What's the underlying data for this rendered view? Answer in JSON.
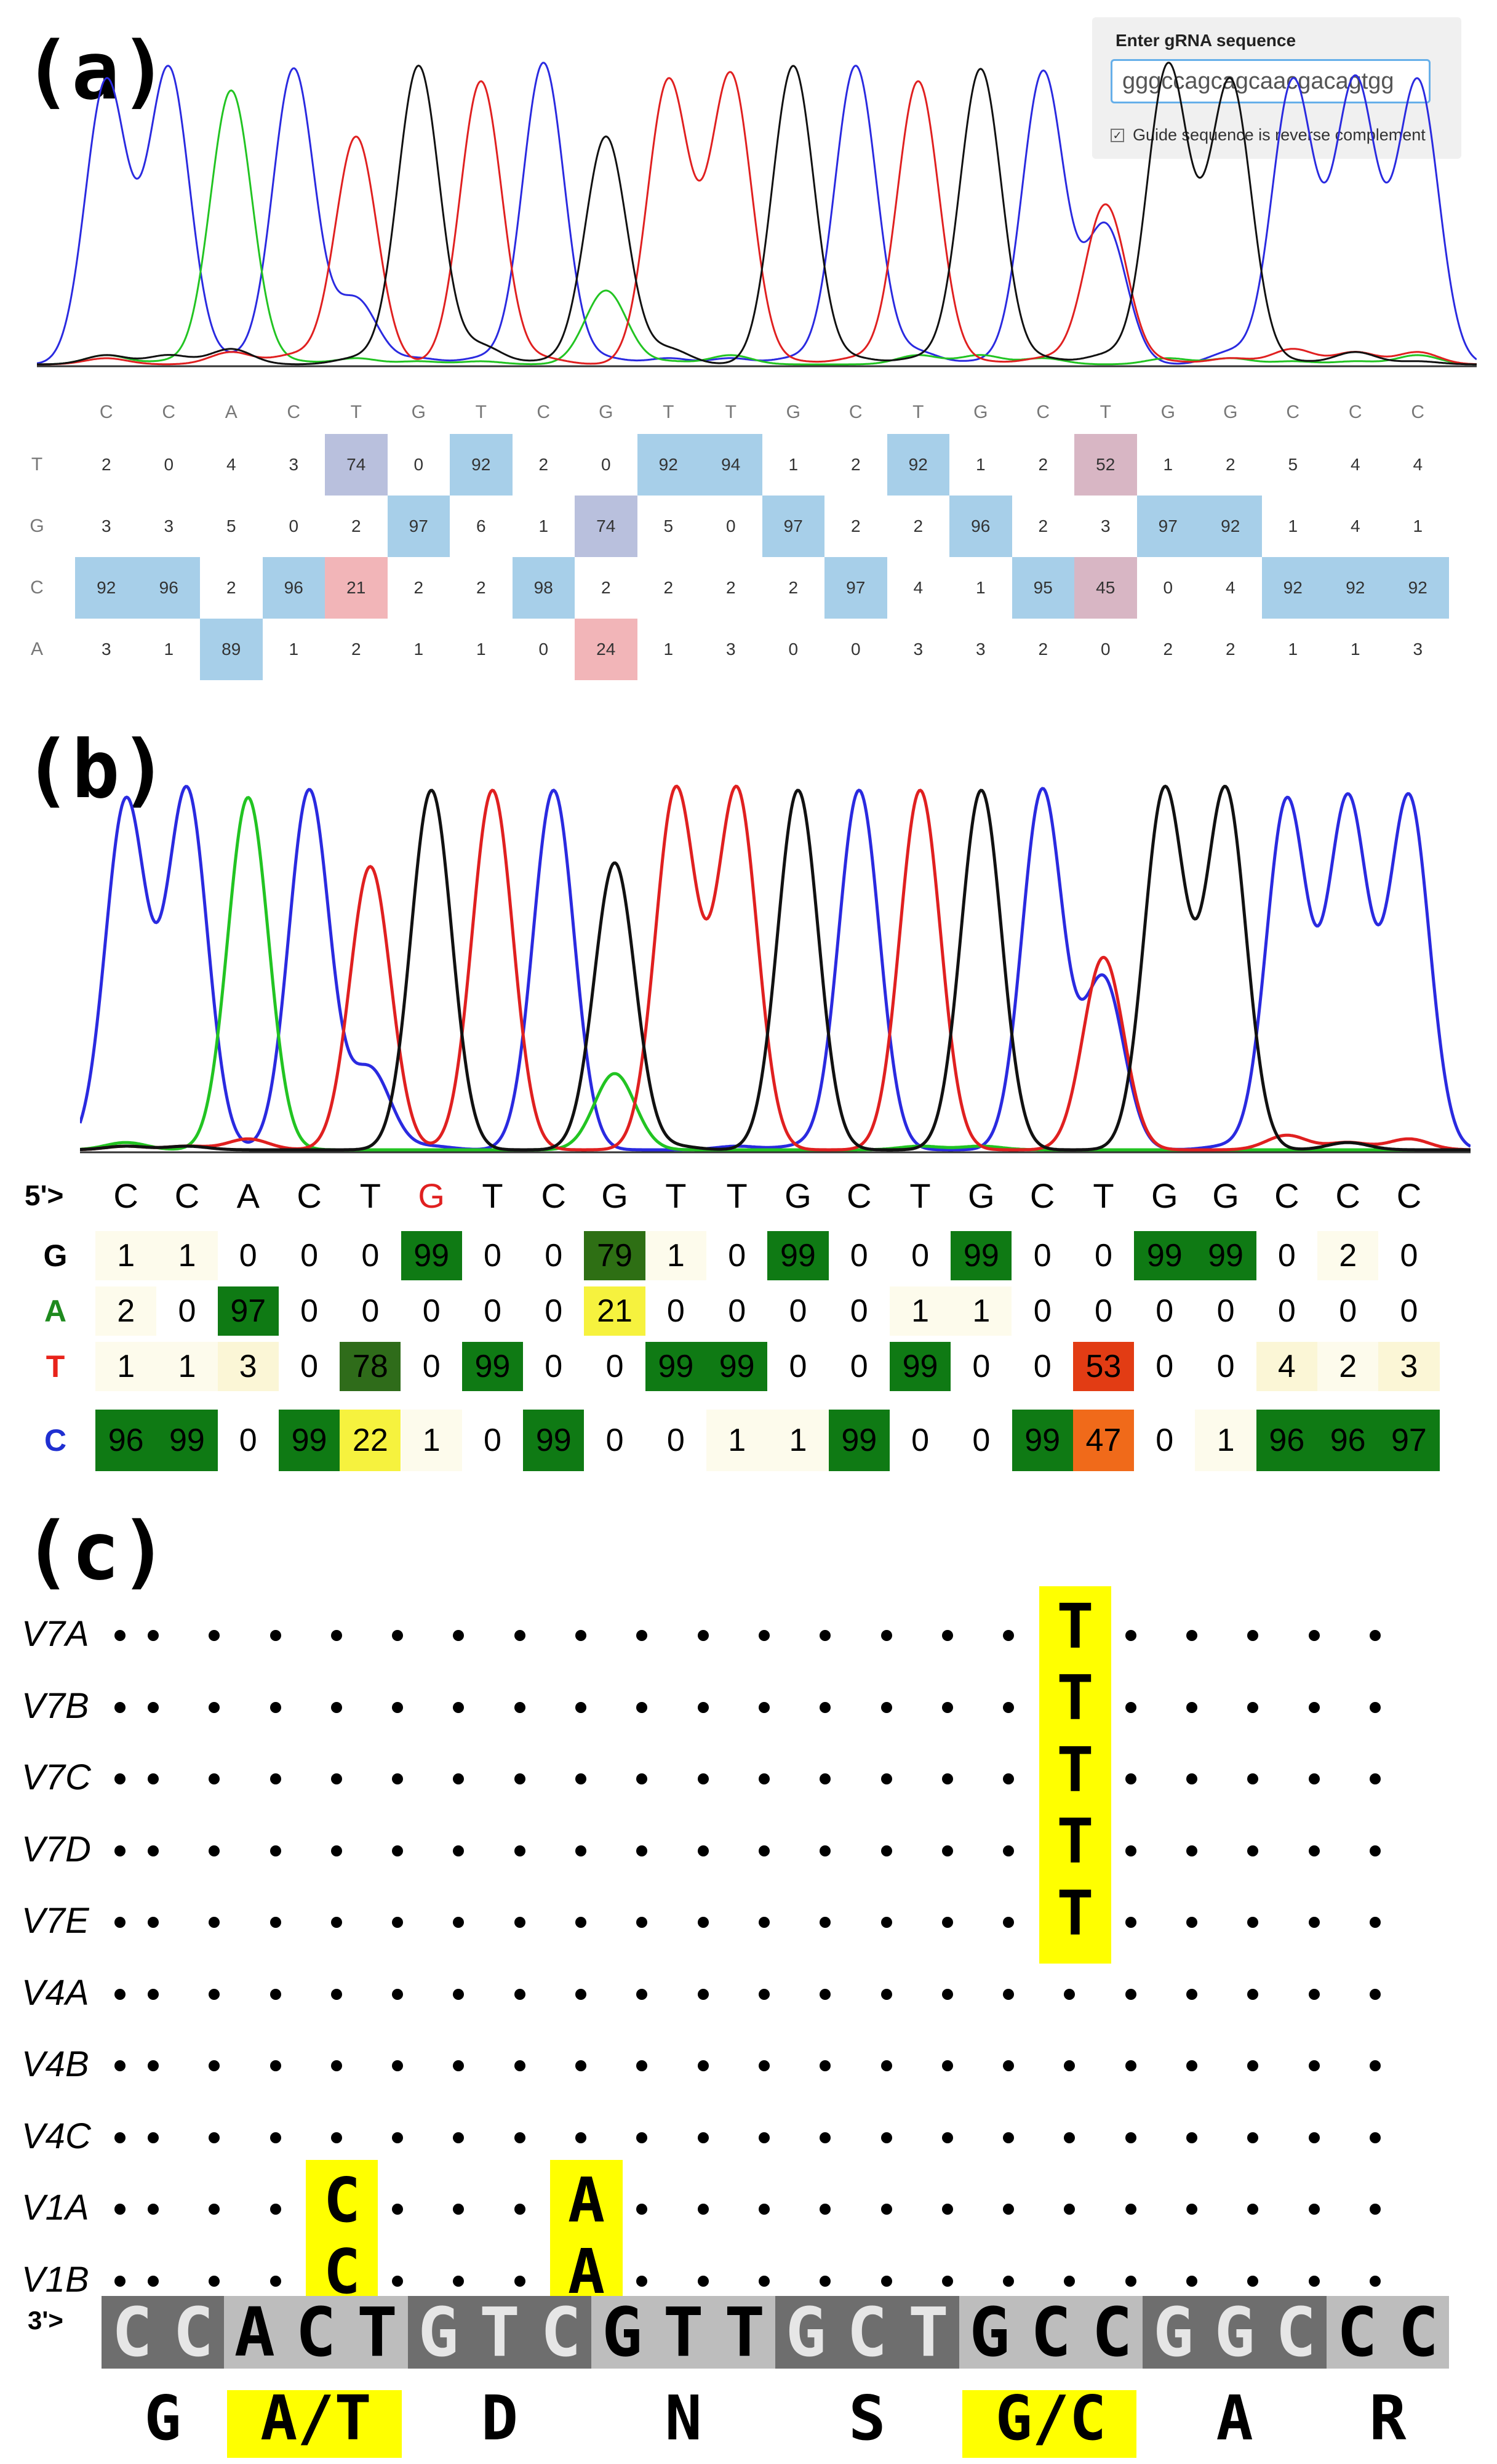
{
  "panels": {
    "a": "(a)",
    "b": "(b)",
    "c": "(c)"
  },
  "grna": {
    "title": "Enter gRNA sequence",
    "value": "gggccagcagcaacgacagtgg",
    "checkbox_label": "Guide sequence is reverse complement",
    "checkbox_checked": true
  },
  "panel_a": {
    "bases": [
      "C",
      "C",
      "A",
      "C",
      "T",
      "G",
      "T",
      "C",
      "G",
      "T",
      "T",
      "G",
      "C",
      "T",
      "G",
      "C",
      "T",
      "G",
      "G",
      "C",
      "C",
      "C"
    ],
    "rows": [
      {
        "label": "T",
        "values": [
          2,
          0,
          4,
          3,
          74,
          0,
          92,
          2,
          0,
          92,
          94,
          1,
          2,
          92,
          1,
          2,
          52,
          1,
          2,
          5,
          4,
          4
        ]
      },
      {
        "label": "G",
        "values": [
          3,
          3,
          5,
          0,
          2,
          97,
          6,
          1,
          74,
          5,
          0,
          97,
          2,
          2,
          96,
          2,
          3,
          97,
          92,
          1,
          4,
          1
        ]
      },
      {
        "label": "C",
        "values": [
          92,
          96,
          2,
          96,
          21,
          2,
          2,
          98,
          2,
          2,
          2,
          2,
          97,
          4,
          1,
          95,
          45,
          0,
          4,
          92,
          92,
          92
        ]
      },
      {
        "label": "A",
        "values": [
          3,
          1,
          89,
          1,
          2,
          1,
          1,
          0,
          24,
          1,
          3,
          0,
          0,
          3,
          3,
          2,
          0,
          2,
          2,
          1,
          1,
          3
        ]
      }
    ]
  },
  "panel_b": {
    "prefix": "5'>",
    "bases": [
      "C",
      "C",
      "A",
      "C",
      "T",
      "G",
      "T",
      "C",
      "G",
      "T",
      "T",
      "G",
      "C",
      "T",
      "G",
      "C",
      "T",
      "G",
      "G",
      "C",
      "C",
      "C"
    ],
    "highlight_base_index": 5,
    "rows": [
      {
        "label": "G",
        "color": "#000000",
        "values": [
          1,
          1,
          0,
          0,
          0,
          99,
          0,
          0,
          79,
          1,
          0,
          99,
          0,
          0,
          99,
          0,
          0,
          99,
          99,
          0,
          2,
          0
        ]
      },
      {
        "label": "A",
        "color": "#1e8a1e",
        "values": [
          2,
          0,
          97,
          0,
          0,
          0,
          0,
          0,
          21,
          0,
          0,
          0,
          0,
          1,
          1,
          0,
          0,
          0,
          0,
          0,
          0,
          0
        ]
      },
      {
        "label": "T",
        "color": "#e8231a",
        "values": [
          1,
          1,
          3,
          0,
          78,
          0,
          99,
          0,
          0,
          99,
          99,
          0,
          0,
          99,
          0,
          0,
          53,
          0,
          0,
          4,
          2,
          3
        ]
      },
      {
        "label": "C",
        "color": "#1f2fd1",
        "values": [
          96,
          99,
          0,
          99,
          22,
          1,
          0,
          99,
          0,
          0,
          1,
          1,
          99,
          0,
          0,
          99,
          47,
          0,
          1,
          96,
          96,
          97
        ]
      }
    ]
  },
  "panel_c": {
    "samples": [
      "V7A",
      "V7B",
      "V7C",
      "V7D",
      "V7E",
      "V4A",
      "V4B",
      "V4C",
      "V1A",
      "V1B"
    ],
    "variants": [
      {
        "sample_index": 0,
        "position": 16,
        "base": "T"
      },
      {
        "sample_index": 1,
        "position": 16,
        "base": "T"
      },
      {
        "sample_index": 2,
        "position": 16,
        "base": "T"
      },
      {
        "sample_index": 3,
        "position": 16,
        "base": "T"
      },
      {
        "sample_index": 4,
        "position": 16,
        "base": "T"
      },
      {
        "sample_index": 8,
        "position": 4,
        "base": "C"
      },
      {
        "sample_index": 9,
        "position": 4,
        "base": "C"
      },
      {
        "sample_index": 8,
        "position": 8,
        "base": "A"
      },
      {
        "sample_index": 9,
        "position": 8,
        "base": "A"
      }
    ],
    "reference_prefix": "3'>",
    "reference": [
      "C",
      "C",
      "A",
      "C",
      "T",
      "G",
      "T",
      "C",
      "G",
      "T",
      "T",
      "G",
      "C",
      "T",
      "G",
      "C",
      "C",
      "G",
      "G",
      "C",
      "C",
      "C"
    ],
    "codons": [
      "G",
      "A/T",
      "D",
      "N",
      "S",
      "G/C",
      "A",
      "R"
    ],
    "codon_highlighted": [
      false,
      true,
      false,
      false,
      false,
      true,
      false,
      false
    ]
  }
}
